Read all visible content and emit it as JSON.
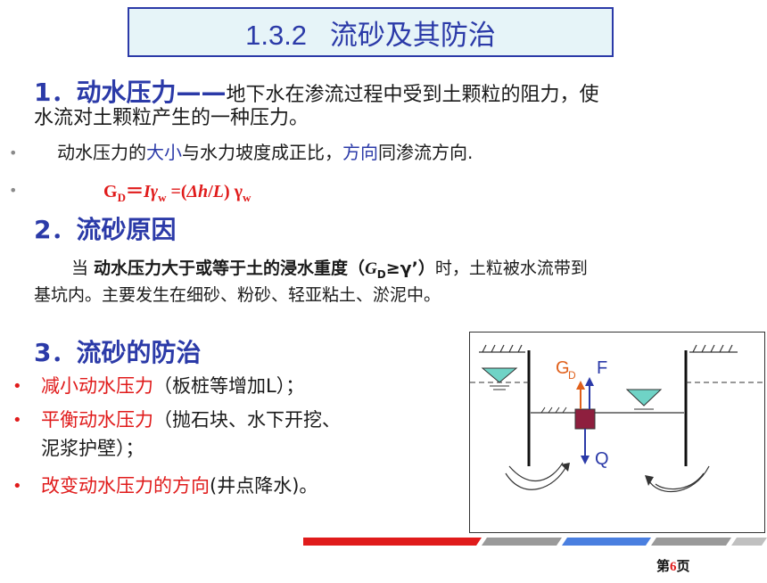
{
  "title": "1.3.2   流砂及其防治",
  "section1": {
    "heading": "1．动水压力",
    "dash": "——",
    "definition_line1": "地下水在渗流过程中受到土颗粒的阻力，使",
    "definition_line2": "水流对土颗粒产生的一种压力。",
    "bullet1": {
      "part1": "动水压力的",
      "highlight1": "大小",
      "part2": "与水力坡度成正比，",
      "highlight2": "方向",
      "part3": "同渗流方向."
    },
    "formula": {
      "G": "G",
      "D": "D",
      "eq": "＝",
      "I": "Iγ",
      "w1": "w",
      "mid": " =(",
      "dh": "Δh",
      "slash": "/",
      "L": "L",
      "close": ") γ",
      "w2": "w"
    }
  },
  "section2": {
    "heading": "2．流砂原因",
    "line1_prefix": "当 ",
    "line1_bold": "动水压力大于或等于土的浸水重度（",
    "line1_G": "G",
    "line1_D": "D",
    "line1_ge": "≥γ’）",
    "line1_rest": "时，土粒被水流带到",
    "line2": "基坑内。主要发生在细砂、粉砂、轻亚粘土、淤泥中。"
  },
  "section3": {
    "heading": "3．流砂的防治",
    "items": [
      {
        "red": "减小动水压力",
        "black": "（板桩等增加L）；"
      },
      {
        "red": "平衡动水压力",
        "black": "（抛石块、水下开挖、"
      },
      {
        "red": "",
        "black": "泥浆护壁）；"
      },
      {
        "red": "改变动水压力的方向",
        "black": "(井点降水)。"
      }
    ]
  },
  "diagram": {
    "label_G": "G",
    "label_D": "D",
    "label_F": "F",
    "label_Q": "Q"
  },
  "footer": {
    "prefix": "第",
    "page": "6",
    "suffix": "页"
  },
  "colors": {
    "accent_blue": "#2b3aa8",
    "accent_red": "#e01b1b",
    "box_fill": "#e6f4f8"
  }
}
